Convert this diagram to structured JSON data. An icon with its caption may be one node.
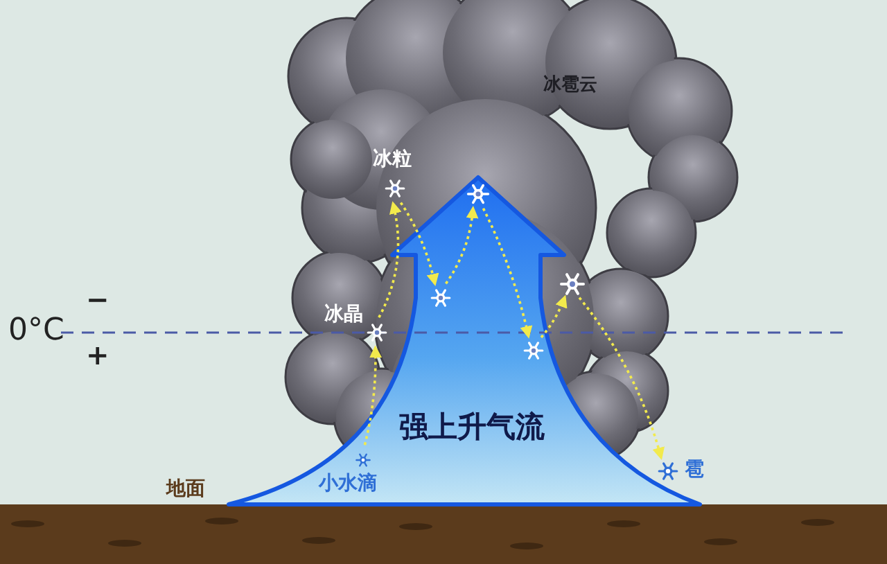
{
  "diagram": {
    "nodes": [
      {
        "text": [
          "冰粒"
        ]
      },
      {
        "text": [],
        "shape": "picture"
      },
      {
        "text": [],
        "shape": "picture"
      },
      {
        "text": [],
        "shape": "picture"
      },
      {
        "text": [
          "冰晶"
        ]
      },
      {
        "text": [],
        "shape": "picture"
      },
      {
        "text": [
          "小水滴"
        ]
      },
      {
        "text": [
          "雹"
        ]
      }
    ],
    "edges": [
      {
        "from": 6,
        "to": 4,
        "arrow": "to",
        "style": "dashed"
      },
      {
        "from": 4,
        "to": 0,
        "arrow": "to",
        "style": "dashed"
      },
      {
        "from": 0,
        "to": 2,
        "arrow": "to",
        "style": "dashed"
      },
      {
        "from": 2,
        "to": 1,
        "arrow": "to",
        "style": "dashed"
      },
      {
        "from": 1,
        "to": 5,
        "arrow": "to",
        "style": "dashed"
      },
      {
        "from": 5,
        "to": 3,
        "arrow": "to",
        "style": "dashed"
      },
      {
        "from": 3,
        "to": 7,
        "arrow": "to",
        "style": "dashed"
      }
    ],
    "labels": [
      "冰雹云",
      "0°C",
      "−",
      "+",
      "强上升气流",
      "地面"
    ]
  }
}
